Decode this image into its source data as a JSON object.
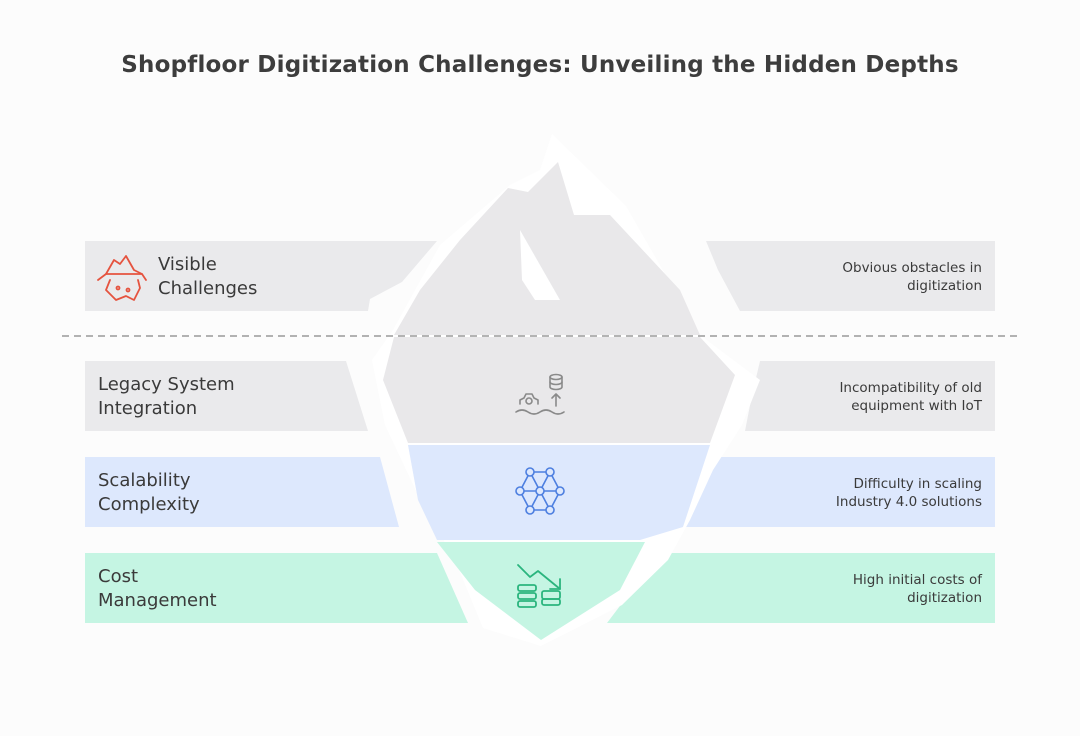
{
  "title": "Shopfloor Digitization Challenges: Unveiling the Hidden Depths",
  "colors": {
    "band_gray": "#eaeaec",
    "band_blue": "#dde8fd",
    "band_green": "#c5f5e3",
    "iceberg_tip": "#e9e8ea",
    "icon_red": "#e5533f",
    "icon_gray": "#8a8a8a",
    "icon_blue": "#4d7fe0",
    "icon_green": "#2bb57e"
  },
  "rows": [
    {
      "id": "visible",
      "label": "Visible\nChallenges",
      "desc_lines": [
        "Obvious obstacles in",
        "digitization"
      ],
      "icon": "iceberg-icon"
    },
    {
      "id": "legacy",
      "label": "Legacy System\nIntegration",
      "desc_lines": [
        "Incompatibility of old",
        "equipment with IoT"
      ],
      "icon": "legacy-integration-icon"
    },
    {
      "id": "scalability",
      "label": "Scalability\nComplexity",
      "desc_lines": [
        "Difficulty in scaling",
        "Industry 4.0 solutions"
      ],
      "icon": "network-nodes-icon"
    },
    {
      "id": "cost",
      "label": "Cost\nManagement",
      "desc_lines": [
        "High initial costs of",
        "digitization"
      ],
      "icon": "cost-decline-icon"
    }
  ]
}
